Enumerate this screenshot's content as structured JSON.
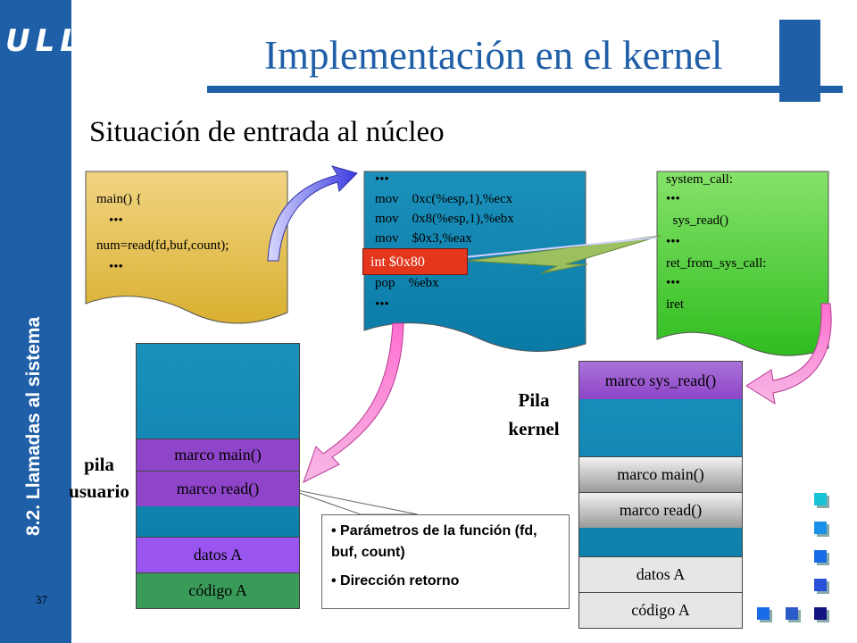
{
  "slide": {
    "logo": "ULL",
    "sidebar_title": "8.2. Llamadas al sistema",
    "slide_number": "37",
    "title": "Implementación en el kernel",
    "subtitle": "Situación de entrada al núcleo"
  },
  "user_code": {
    "lines": [
      "main() {",
      "•••",
      "num=read(fd,buf,count);",
      "•••"
    ]
  },
  "lib_code": {
    "lines": [
      "•••",
      "mov    0xc(%esp,1),%ecx",
      "mov    0x8(%esp,1),%ebx",
      "mov    $0x3,%eax",
      "pop    %ebx",
      "•••"
    ],
    "highlight": "int    $0x80"
  },
  "kernel_code": {
    "lines": [
      "system_call:",
      "•••",
      "  sys_read()",
      "•••",
      "ret_from_sys_call:",
      "•••",
      "iret"
    ]
  },
  "user_stack": {
    "label_line1": "pila",
    "label_line2": "usuario",
    "frames": [
      "marco main()",
      "marco read()",
      "datos A",
      "código A"
    ]
  },
  "kernel_stack": {
    "label_line1": "Pila",
    "label_line2": "kernel",
    "frames": [
      "marco sys_read()",
      "marco main()",
      "marco read()",
      "datos A",
      "código A"
    ]
  },
  "callout": {
    "items": [
      "Parámetros de la función (fd, buf, count)",
      "Dirección retorno"
    ]
  },
  "colors": {
    "brand_blue": "#1f5fa8",
    "stack_teal": "#0a87b5",
    "frame_purple": "#8f45c9",
    "data_purple": "#9a55f0",
    "code_green": "#3a9a5a",
    "int_red": "#e3361c"
  }
}
